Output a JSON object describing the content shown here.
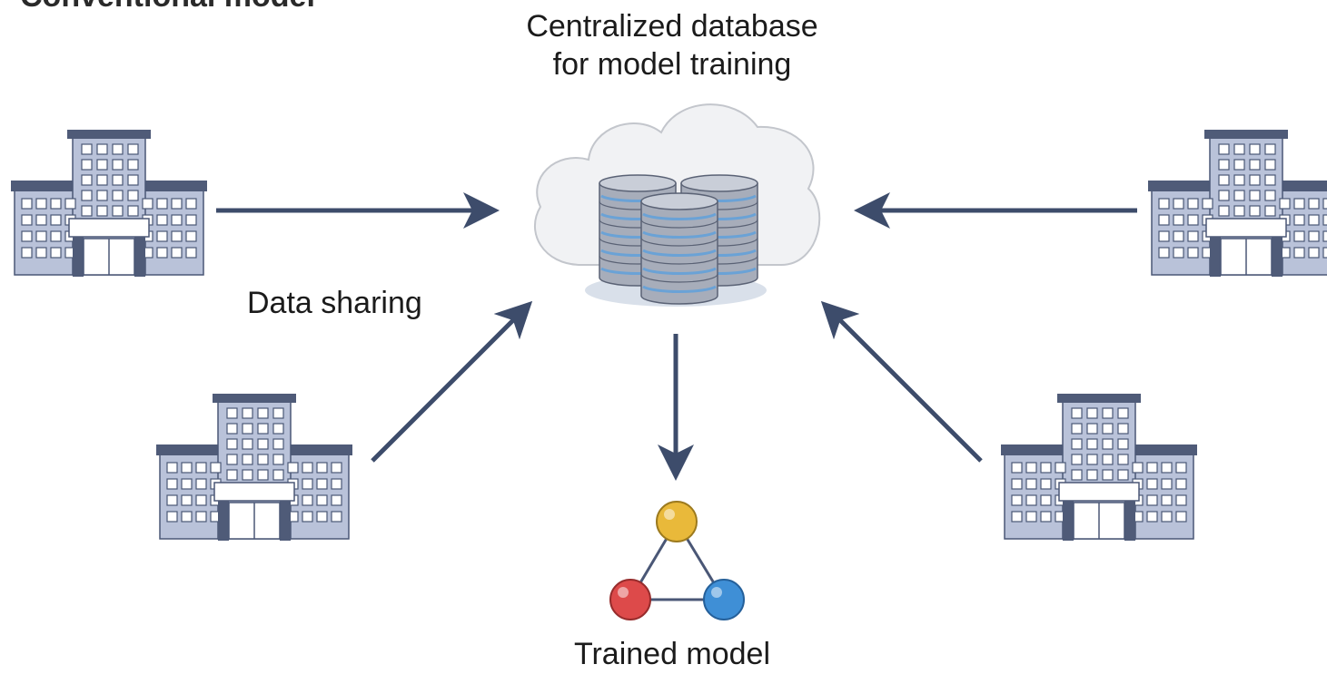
{
  "header": {
    "title": "Conventional model"
  },
  "database": {
    "title_line1": "Centralized database",
    "title_line2": "for model training"
  },
  "edges": {
    "sharing_label": "Data sharing"
  },
  "model": {
    "label": "Trained model"
  },
  "colors": {
    "arrow": "#3d4c6b",
    "building_body": "#b9c2d9",
    "building_outline": "#4a5776",
    "building_roof": "#4f5b78",
    "cloud_fill": "#f1f2f4",
    "cloud_stroke": "#c3c6cc",
    "database_body": "#a7adba",
    "database_stripe": "#6aa2d6",
    "node_yellow": "#e9b93a",
    "node_red": "#dd4a4a",
    "node_blue": "#3f8fd6"
  }
}
